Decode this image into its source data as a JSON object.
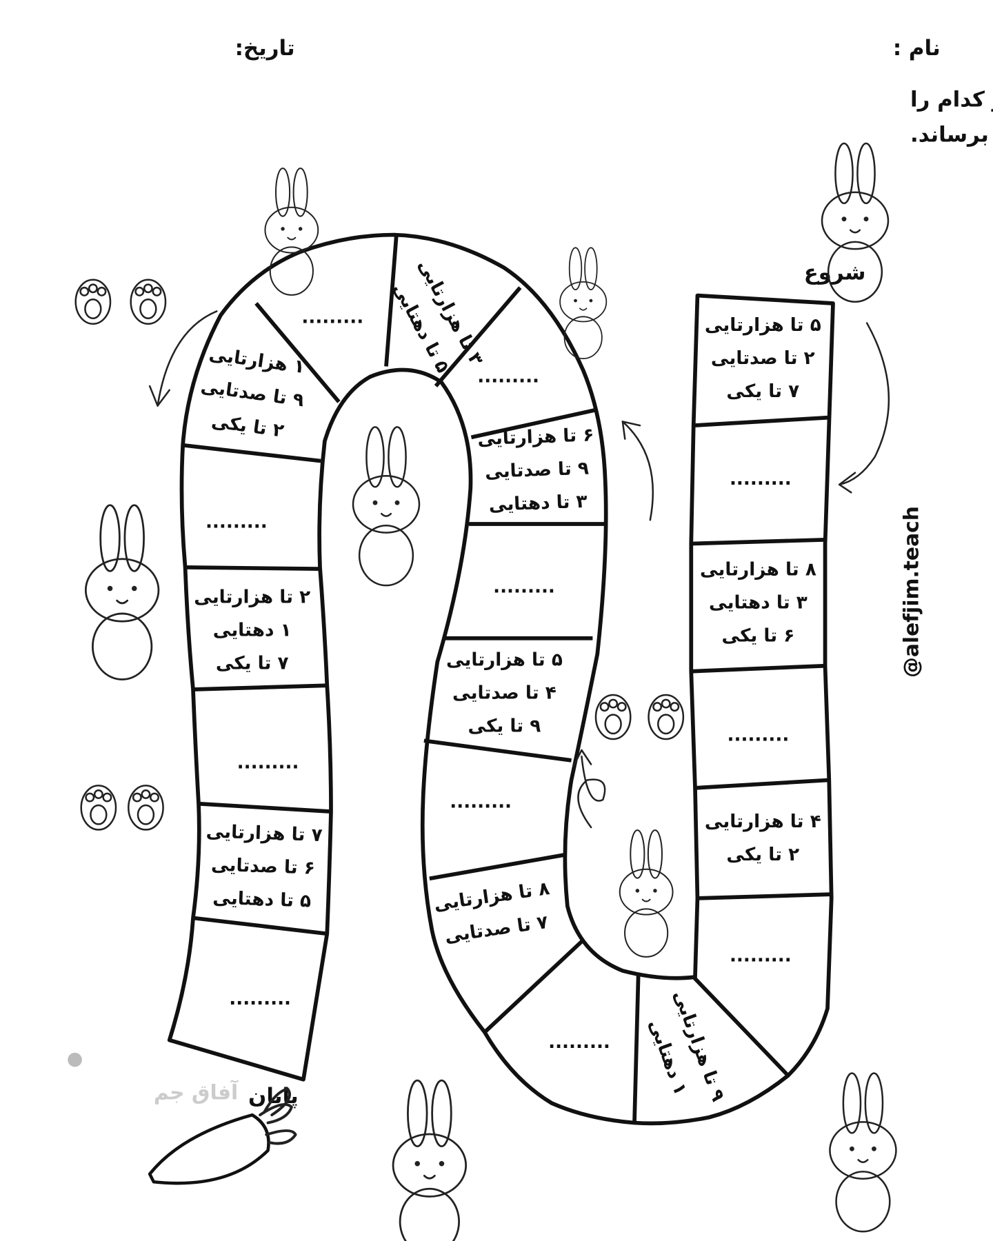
{
  "header": {
    "name_label": "نام :",
    "date_label": "تاریخ:",
    "instruction_line1": "به خرگوش کمک کن در مسیرش به عبارت‌ها پاسخ دهد و عدد هر کدام را",
    "instruction_line2": "بسازد و خودش را به هویج برساند."
  },
  "start_label": "شروع",
  "end_label": "پایان",
  "watermark": "@alefjim.teach",
  "logo_text": "آفاق جم",
  "cells": [
    {
      "lines": [
        "۵ تا هزارتایی",
        "۲ تا صدتایی",
        "۷ تا یکی"
      ]
    },
    {
      "lines": [
        "........."
      ]
    },
    {
      "lines": [
        "۸ تا هزارتایی",
        "۳ تا دهتایی",
        "۶ تا یکی"
      ]
    },
    {
      "lines": [
        "........."
      ]
    },
    {
      "lines": [
        "۴ تا هزارتایی",
        "۲ تا یکی"
      ]
    },
    {
      "lines": [
        "........."
      ]
    },
    {
      "lines": [
        "۹ تا هزارتایی",
        "۱ دهتایی"
      ]
    },
    {
      "lines": [
        "........."
      ]
    },
    {
      "lines": [
        "۸ تا هزارتایی",
        "۷ تا صدتایی"
      ]
    },
    {
      "lines": [
        "........."
      ]
    },
    {
      "lines": [
        "۵ تا هزارتایی",
        "۴ تا صدتایی",
        "۹ تا یکی"
      ]
    },
    {
      "lines": [
        "........."
      ]
    },
    {
      "lines": [
        "۶ تا هزارتایی",
        "۹ تا صدتایی",
        "۳ تا دهتایی"
      ]
    },
    {
      "lines": [
        "........."
      ]
    },
    {
      "lines": [
        "۳ تا هزارتایی",
        "۵ تا دهتایی"
      ]
    },
    {
      "lines": [
        "........."
      ]
    },
    {
      "lines": [
        "۱ هزارتایی",
        "۹ تا صدتایی",
        "۲ تا یکی"
      ]
    },
    {
      "lines": [
        "........."
      ]
    },
    {
      "lines": [
        "۲ تا هزارتایی",
        "۱ دهتایی",
        "۷ تا یکی"
      ]
    },
    {
      "lines": [
        "........."
      ]
    },
    {
      "lines": [
        "۷ تا هزارتایی",
        "۶ تا صدتایی",
        "۵ تا دهتایی"
      ]
    },
    {
      "lines": [
        "........."
      ]
    }
  ]
}
